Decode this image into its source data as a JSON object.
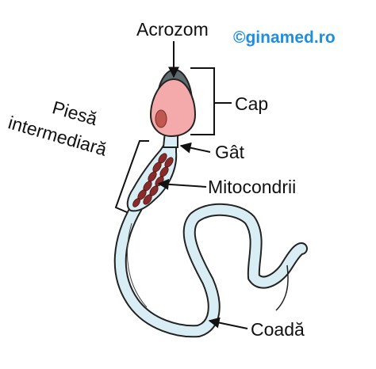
{
  "watermark": "©ginamed.ro",
  "labels": {
    "acrozom": "Acrozom",
    "cap": "Cap",
    "piesa_line1": "Piesă",
    "piesa_line2": "intermediară",
    "gat": "Gât",
    "mitocondrii": "Mitocondrii",
    "coada": "Coadă"
  },
  "colors": {
    "brand": "#1e8fe0",
    "head_fill": "#f4a9ab",
    "acrosome_fill": "#5e6c70",
    "nucleus_fill": "#c0584f",
    "body_fill": "#d9eef4",
    "mitochondria_fill": "#8a2b2b",
    "outline": "#222222"
  }
}
